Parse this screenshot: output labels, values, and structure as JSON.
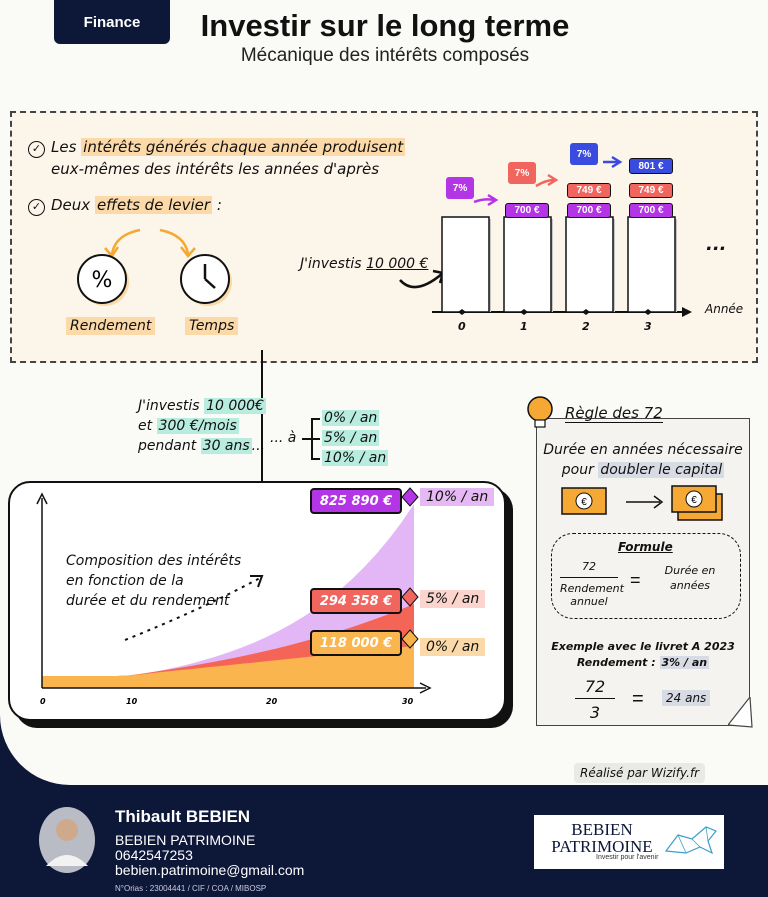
{
  "header": {
    "badge": "Finance",
    "title": "Investir sur le long terme",
    "subtitle": "Mécanique des intérêts composés"
  },
  "top": {
    "bullet1": {
      "pre": "Les ",
      "hl": "intérêts générés chaque année produisent",
      "line2": "eux-mêmes des intérêts les années d'après"
    },
    "bullet2": {
      "pre": "Deux ",
      "hl": "effets de levier",
      "post": " :"
    },
    "lever_yield": "Rendement",
    "lever_time": "Temps",
    "invest": {
      "pre": "J'investis ",
      "amount": "10 000 €"
    },
    "year_label": "Année",
    "ellipsis": "...",
    "years": [
      "0",
      "1",
      "2",
      "3"
    ],
    "rate": "7%",
    "interests": {
      "y1": "700 €",
      "y2": "749 €",
      "y3": "801 €"
    }
  },
  "middle": {
    "l1_pre": "J'investis ",
    "l1_amt": "10 000€",
    "l2_pre": "et ",
    "l2_amt": "300 €/mois",
    "l3_pre": "pendant ",
    "l3_dur": "30 ans",
    "l3_post": "...",
    "a": "... à",
    "rates": [
      "0% / an",
      "5% / an",
      "10% / an"
    ]
  },
  "chart_data": {
    "type": "area",
    "x": [
      0,
      10,
      20,
      30
    ],
    "xlim": [
      0,
      30
    ],
    "series": [
      {
        "name": "10% / an",
        "final": "825 890 €",
        "color": "#e3b7f5",
        "marker": "#b435e6"
      },
      {
        "name": "5% / an",
        "final": "294 358 €",
        "color": "#f56557",
        "marker": "#f0665e"
      },
      {
        "name": "0% / an",
        "final": "118 000 €",
        "color": "#fbb54f",
        "marker": "#f7b24a"
      }
    ],
    "annotation": [
      "Composition des intérêts",
      "en fonction de la",
      "durée et du rendement"
    ],
    "xtick_labels": [
      "0",
      "10",
      "20",
      "30"
    ]
  },
  "rule72": {
    "title": "Règle des 72",
    "desc1": "Durée en années nécessaire",
    "desc2_pre": "pour ",
    "desc2_hl": "doubler le capital",
    "formula_title": "Formule",
    "num": "72",
    "den1": "Rendement",
    "den2": "annuel",
    "eq": "=",
    "res1": "Durée en",
    "res2": "années",
    "ex1": "Exemple avec le livret A 2023",
    "ex2_pre": "Rendement : ",
    "ex2_hl": "3% / an",
    "ex_num": "72",
    "ex_den": "3",
    "ex_res": "24 ans"
  },
  "credit": "Réalisé par Wizify.fr",
  "footer": {
    "name": "Thibault BEBIEN",
    "company": "BEBIEN PATRIMOINE",
    "phone": "0642547253",
    "email": "bebien.patrimoine@gmail.com",
    "orias": "N°Orias : 23004441 / CIF / COA / MIBOSP",
    "logo_l1": "BEBIEN",
    "logo_l2": "PATRIMOINE",
    "logo_tag": "Investir pour l'avenir"
  }
}
